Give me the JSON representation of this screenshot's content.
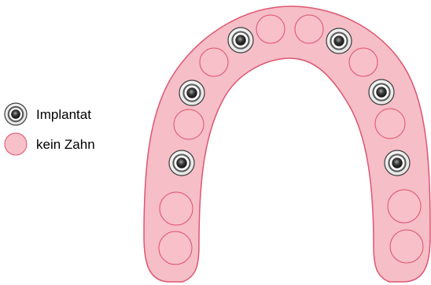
{
  "colors": {
    "background": "#ffffff",
    "arch_fill": "#f6bec7",
    "arch_stroke": "#de5670",
    "tooth_fill": "#f8c0c9",
    "tooth_stroke": "#e04f6c",
    "implant_outer_fill": "#f4f4f4",
    "implant_ring": "#5c5c5c",
    "implant_center": "#202020",
    "implant_center_hi": "#9a9a9a"
  },
  "legend": [
    {
      "type": "implant",
      "icon": "implant-icon",
      "label": "Implantat"
    },
    {
      "type": "empty",
      "icon": "empty-tooth-icon",
      "label": "kein Zahn"
    }
  ],
  "arch": {
    "positions": [
      "empty",
      "empty",
      "implant",
      "empty",
      "implant",
      "empty",
      "implant",
      "empty",
      "empty",
      "implant",
      "empty",
      "implant",
      "empty",
      "implant",
      "empty",
      "empty"
    ]
  }
}
